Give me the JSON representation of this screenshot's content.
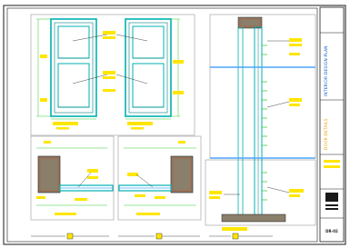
{
  "title_block": {
    "main_label": "INTERIOR DESIGN PLAN",
    "sub_label": "DOOR DETAILS",
    "sheet_number": "DR-02"
  },
  "colors": {
    "frame": "#1a1a1a",
    "panel_stroke": "#9a9a9a",
    "door_outline": "#00b0b0",
    "door_detail": "#007f7f",
    "dimension": "#00c000",
    "annotation_fill": "#ffe600",
    "accent_blue": "#4aa6ff",
    "stone_fill": "#8a7f6a"
  },
  "icons": {
    "section_marker": "yellow-square-marker-icon"
  }
}
